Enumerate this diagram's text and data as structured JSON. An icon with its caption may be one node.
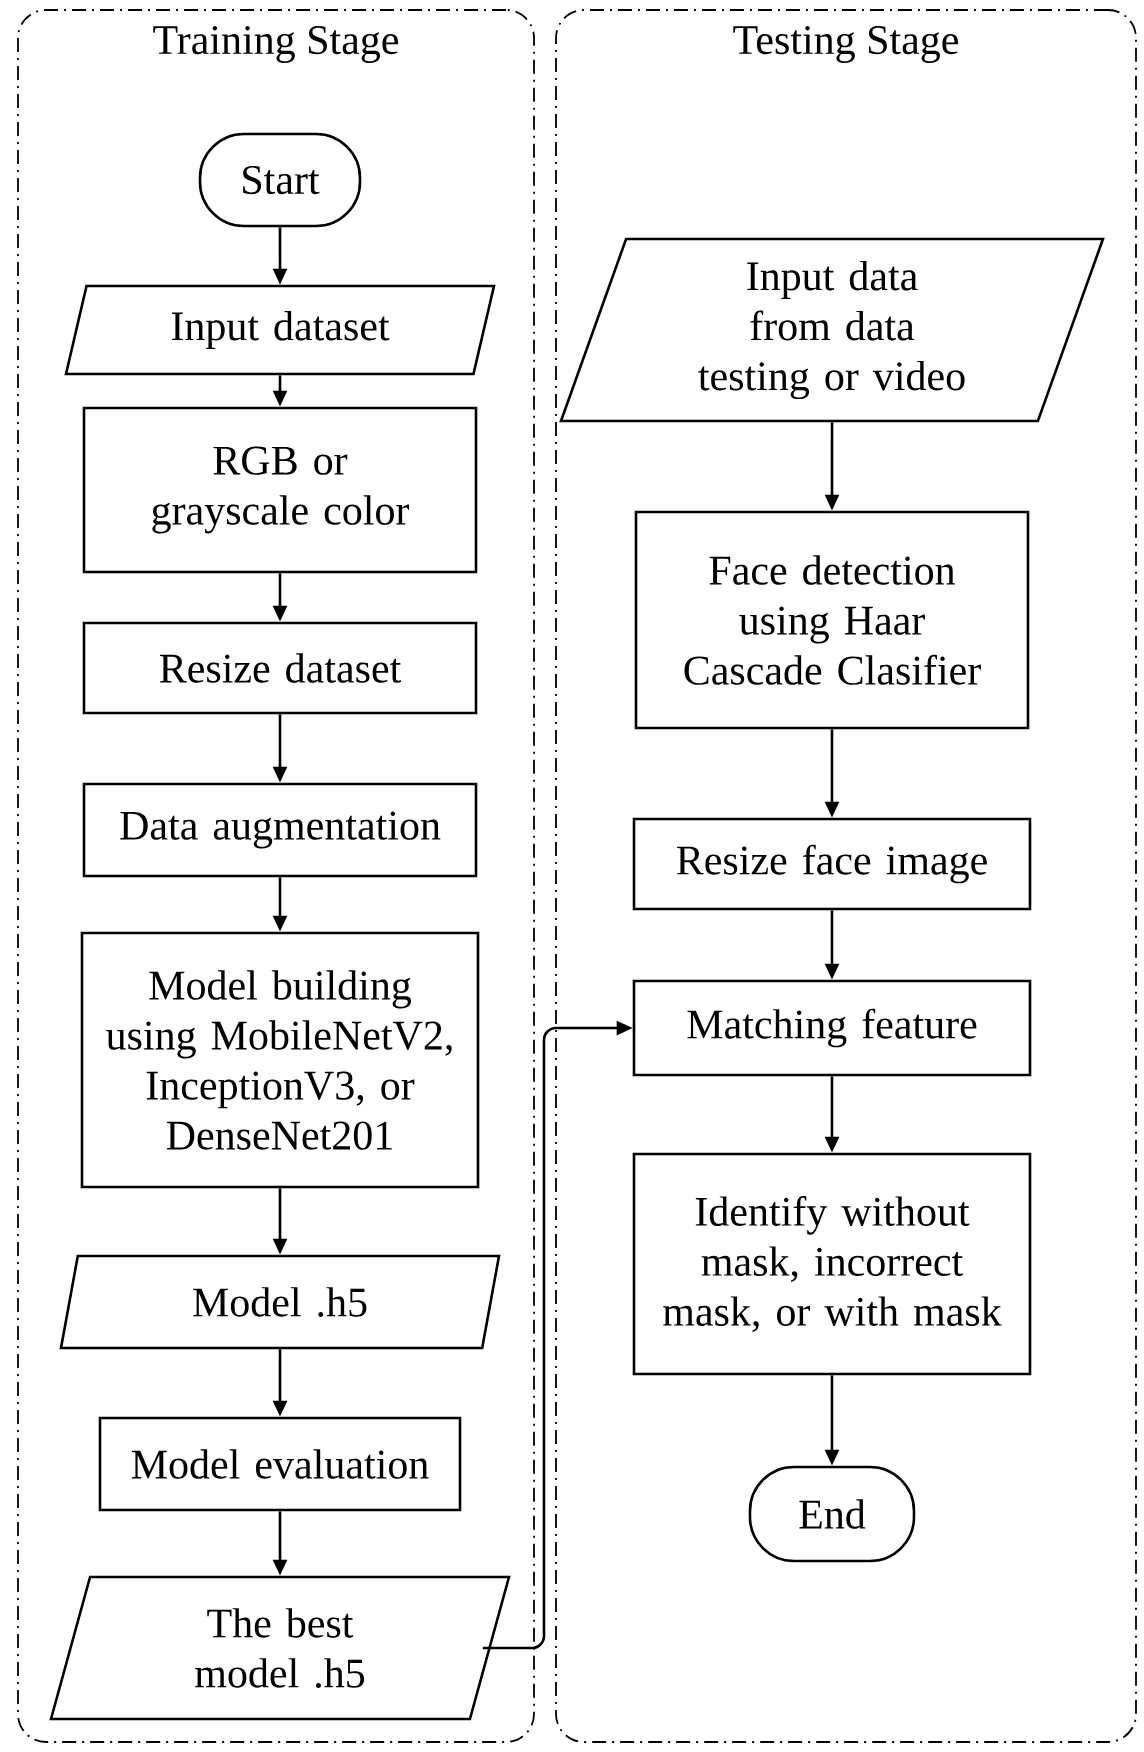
{
  "diagram": {
    "nodes": [
      {
        "text": [
          "Training Stage"
        ]
      },
      {
        "text": [
          "Start"
        ],
        "in": 0
      },
      {
        "text": [
          "Input dataset"
        ],
        "in": 0
      },
      {
        "text": [
          "RGB or grayscale color"
        ],
        "in": 0
      },
      {
        "text": [
          "Resize dataset"
        ],
        "in": 0
      },
      {
        "text": [
          "Data augmentation"
        ],
        "in": 0
      },
      {
        "text": [
          "Model building using MobileNetV2, InceptionV3, or DenseNet201"
        ],
        "in": 0
      },
      {
        "text": [
          "Model .h5"
        ],
        "in": 0
      },
      {
        "text": [
          "Model evaluation"
        ],
        "in": 0
      },
      {
        "text": [
          "The best model .h5"
        ],
        "in": 0
      },
      {
        "text": [
          "Testing Stage"
        ]
      },
      {
        "text": [
          "Input data from data testing or video"
        ],
        "in": 10
      },
      {
        "text": [
          "Face detection using Haar Cascade Clasifier"
        ],
        "in": 10
      },
      {
        "text": [
          "Resize face image"
        ],
        "in": 10
      },
      {
        "text": [
          "Matching feature"
        ],
        "in": 10
      },
      {
        "text": [
          "Identify without mask, incorrect mask, or with mask"
        ],
        "in": 10
      },
      {
        "text": [
          "End"
        ],
        "in": 10
      }
    ],
    "edges": [
      {
        "from": 1,
        "to": 2,
        "arrow": "to"
      },
      {
        "from": 2,
        "to": 3,
        "arrow": "to"
      },
      {
        "from": 3,
        "to": 4,
        "arrow": "to"
      },
      {
        "from": 4,
        "to": 5,
        "arrow": "to"
      },
      {
        "from": 5,
        "to": 6,
        "arrow": "to"
      },
      {
        "from": 6,
        "to": 7,
        "arrow": "to"
      },
      {
        "from": 7,
        "to": 8,
        "arrow": "to"
      },
      {
        "from": 8,
        "to": 9,
        "arrow": "to"
      },
      {
        "from": 9,
        "to": 14,
        "arrow": "to"
      },
      {
        "from": 11,
        "to": 12,
        "arrow": "to"
      },
      {
        "from": 12,
        "to": 13,
        "arrow": "to"
      },
      {
        "from": 13,
        "to": 14,
        "arrow": "to"
      },
      {
        "from": 14,
        "to": 15,
        "arrow": "to"
      },
      {
        "from": 15,
        "to": 16,
        "arrow": "to"
      }
    ]
  }
}
